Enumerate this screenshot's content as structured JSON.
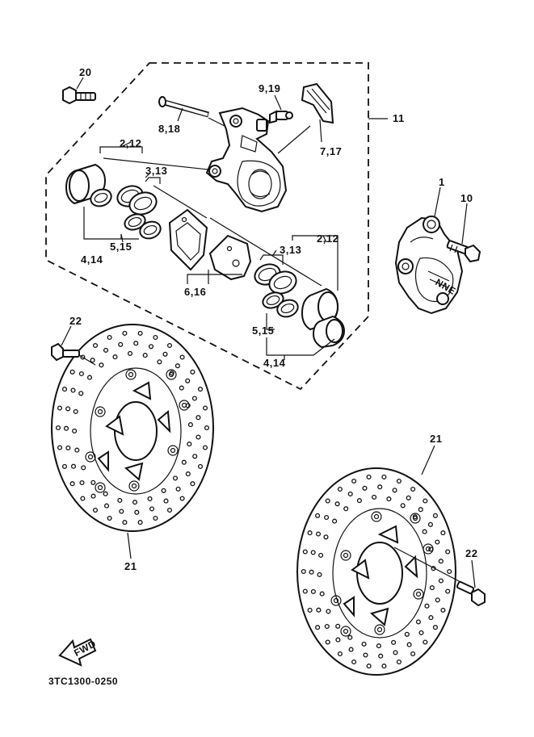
{
  "callouts": {
    "c20": "20",
    "c9_19": "9,19",
    "c11": "11",
    "c8_18": "8,18",
    "c2_12_left": "2,12",
    "c3_13_left": "3,13",
    "c7_17": "7,17",
    "c1": "1",
    "c10": "10",
    "c5_15_left": "5,15",
    "c4_14_left": "4,14",
    "c3_13_right": "3,13",
    "c2_12_right": "2,12",
    "c6_16": "6,16",
    "c5_15_right": "5,15",
    "c22_left": "22",
    "c4_14_right": "4,14",
    "c21_top": "21",
    "c21_bottom": "21",
    "c22_right": "22"
  },
  "fwd_label": "FWD",
  "diagram_code": "3TC1300-0250"
}
